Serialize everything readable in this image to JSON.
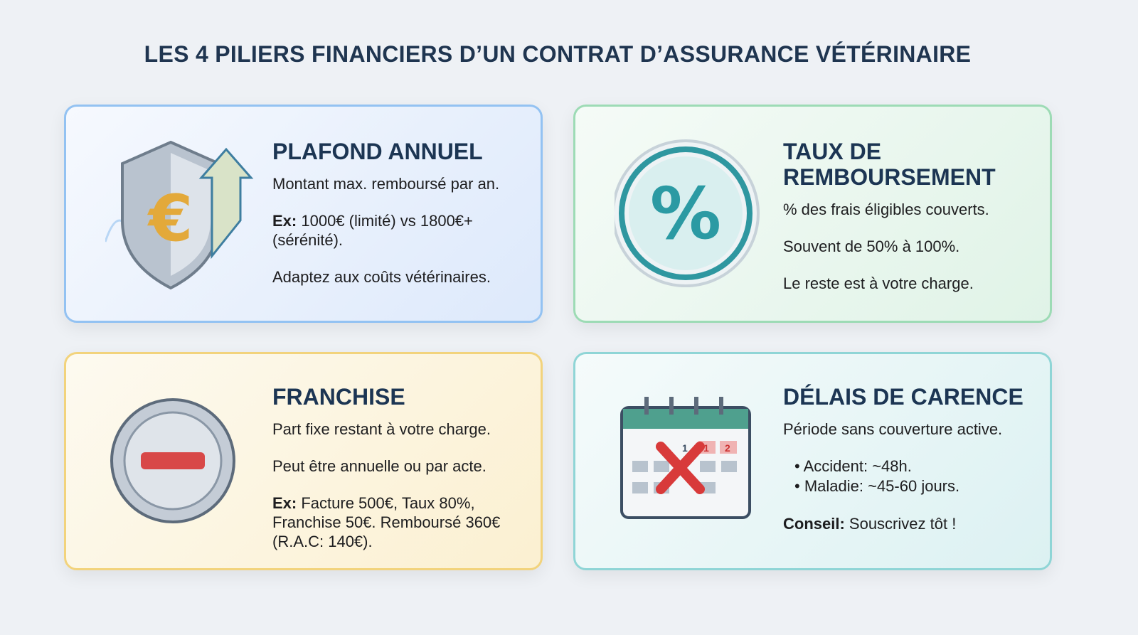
{
  "title": "LES 4 PILIERS FINANCIERS D’UN CONTRAT D’ASSURANCE VÉTÉRINAIRE",
  "cards": [
    {
      "icon": "shield-euro-arrow-icon",
      "title": "PLAFOND ANNUEL",
      "lines": [
        "Montant max. remboursé par an."
      ],
      "ex_label": "Ex:",
      "ex_text": " 1000€ (limité) vs 1800€+ (sérénité).",
      "last": "Adaptez aux coûts vétérinaires.",
      "color": "#93c2f2"
    },
    {
      "icon": "percent-badge-icon",
      "title": "TAUX DE REMBOURSEMENT",
      "lines": [
        "% des frais éligibles couverts.",
        "Souvent de 50% à 100%.",
        "Le reste est à votre charge."
      ],
      "color": "#9ddbb5"
    },
    {
      "icon": "minus-circle-icon",
      "title": "FRANCHISE",
      "lines": [
        "Part fixe restant à votre charge.",
        "Peut être annuelle ou par acte."
      ],
      "ex_label": "Ex:",
      "ex_text": " Facture 500€, Taux 80%, Franchise 50€. Remboursé 360€ (R.A.C: 140€).",
      "color": "#f2d37c"
    },
    {
      "icon": "calendar-x-icon",
      "title": "DÉLAIS DE CARENCE",
      "lines": [
        "Période sans couverture active."
      ],
      "bullets": [
        "Accident: ~48h.",
        "Maladie: ~45-60 jours."
      ],
      "tip_label": "Conseil:",
      "tip_text": " Souscrivez tôt !",
      "calendar_digits": [
        "1",
        "1",
        "2"
      ],
      "color": "#8fd5d6"
    }
  ]
}
